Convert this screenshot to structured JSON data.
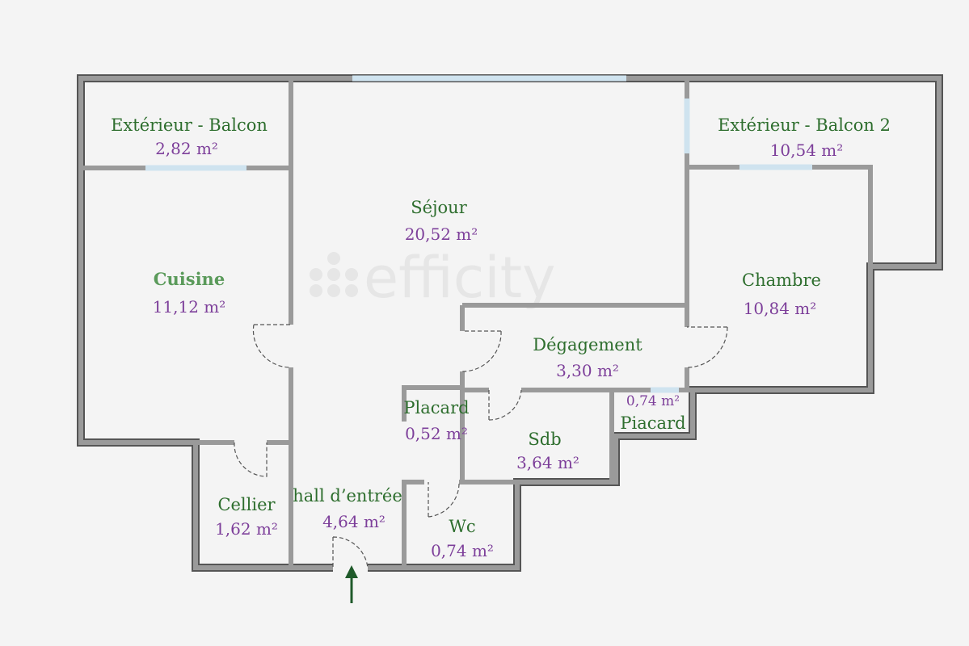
{
  "watermark": "efficity",
  "rooms": [
    {
      "name": "Extérieur - Balcon",
      "area": "2,82 m²"
    },
    {
      "name": "Séjour",
      "area": "20,52 m²"
    },
    {
      "name": "Extérieur - Balcon 2",
      "area": "10,54 m²"
    },
    {
      "name": "Cuisine",
      "area": "11,12 m²"
    },
    {
      "name": "Chambre",
      "area": "10,84 m²"
    },
    {
      "name": "Dégagement",
      "area": "3,30 m²"
    },
    {
      "name": "Placard",
      "area": "0,52 m²"
    },
    {
      "name": "Piacard",
      "area": "0,74 m²"
    },
    {
      "name": "Sdb",
      "area": "3,64 m²"
    },
    {
      "name": "Cellier",
      "area": "1,62 m²"
    },
    {
      "name": "hall d’entrée",
      "area": "4,64 m²"
    },
    {
      "name": "Wc",
      "area": "0,74 m²"
    }
  ],
  "colors": {
    "name": "#2e6e2e",
    "area": "#7d3f9a",
    "wall": "#9a9a9a",
    "window": "#cfe3ef",
    "entry_arrow": "#1f5a2a"
  }
}
